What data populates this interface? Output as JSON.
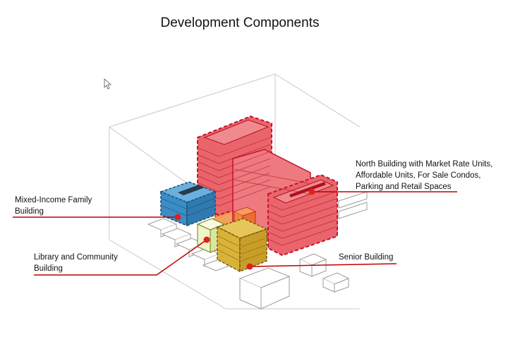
{
  "title": "Development Components",
  "labels": {
    "north": [
      "North Building with Market Rate Units,",
      "Affordable Units, For Sale Condos,",
      "Parking and Retail Spaces"
    ],
    "mixed_income": [
      "Mixed-Income Family",
      "Building"
    ],
    "library": [
      "Library and Community",
      "Building"
    ],
    "senior": [
      "Senior Building"
    ]
  },
  "colors": {
    "leader_line": "#c00000",
    "marker": "#e0201c",
    "north_building": "#e9656b",
    "north_outline": "#c8102e",
    "parking_retail": "#f0883a",
    "mixed_income": "#3a8ec6",
    "library": "#eef5c8",
    "senior": "#d9b23a",
    "wireframe": "#b8b8b8"
  }
}
